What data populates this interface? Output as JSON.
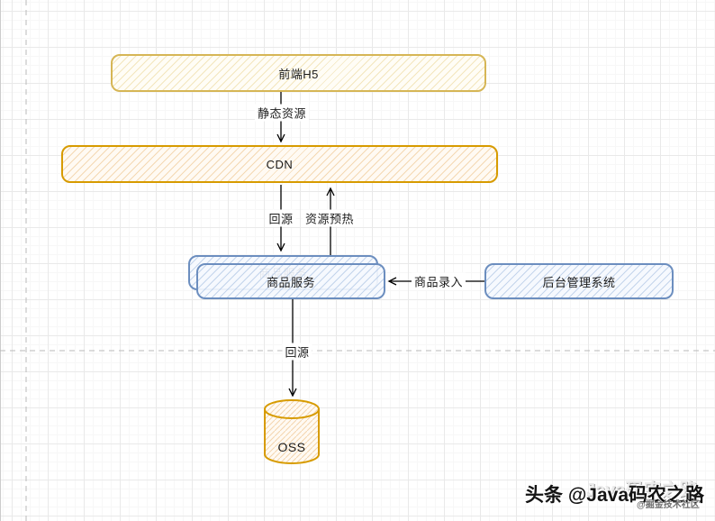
{
  "nodes": {
    "frontend": {
      "label": "前端H5"
    },
    "cdn": {
      "label": "CDN"
    },
    "product_service_back": {
      "label": "商品服务"
    },
    "product_service_front": {
      "label": "商品服务"
    },
    "admin": {
      "label": "后台管理系统"
    },
    "oss": {
      "label": "OSS"
    }
  },
  "edges": {
    "static_assets": {
      "label": "静态资源"
    },
    "cdn_back_to_source": {
      "label": "回源"
    },
    "resource_preheat": {
      "label": "资源预热"
    },
    "product_entry": {
      "label": "商品录入"
    },
    "oss_back_to_source": {
      "label": "回源"
    }
  },
  "colors": {
    "yellow_border": "#D6B656",
    "orange_border": "#D79B00",
    "blue_border": "#6C8EBF",
    "edge_stroke": "#000000",
    "page_boundary": "#B9B9B9"
  },
  "watermark": {
    "ghost": "Java码农之路",
    "main": "头条 @Java码农之路",
    "small": "@掘金技术社区"
  }
}
